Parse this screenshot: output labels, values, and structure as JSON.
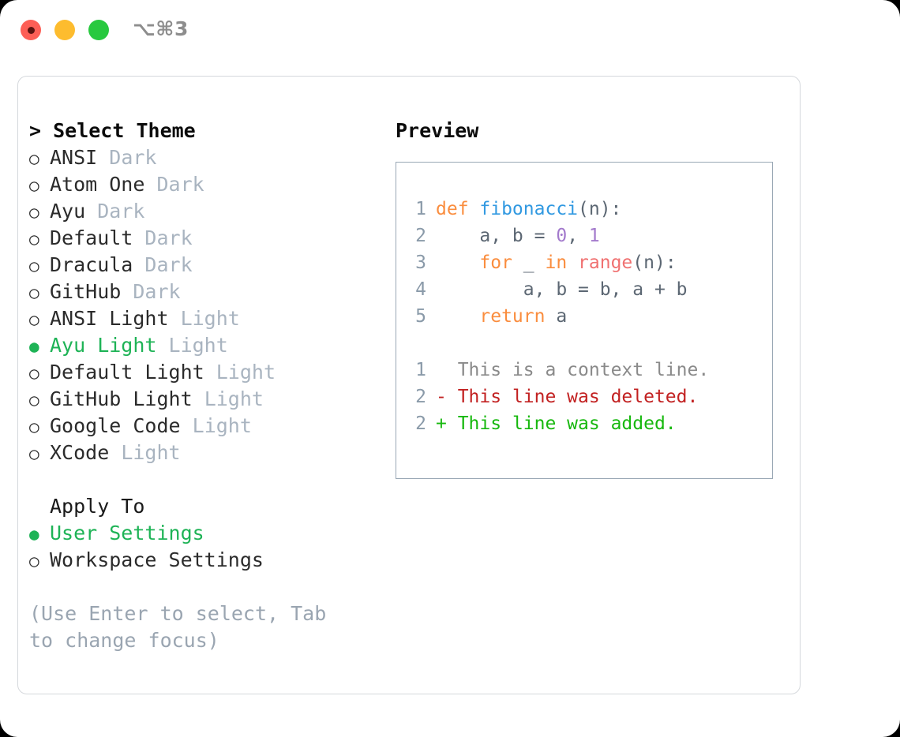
{
  "titlebar": {
    "shortcut": "⌥⌘3",
    "lights": [
      "close-red",
      "minimize-yellow",
      "zoom-green"
    ]
  },
  "theme_panel": {
    "title": "> Select Theme",
    "options": [
      {
        "marker": "○",
        "name": "ANSI",
        "mode": "Dark",
        "selected": false
      },
      {
        "marker": "○",
        "name": "Atom One",
        "mode": "Dark",
        "selected": false
      },
      {
        "marker": "○",
        "name": "Ayu",
        "mode": "Dark",
        "selected": false
      },
      {
        "marker": "○",
        "name": "Default",
        "mode": "Dark",
        "selected": false
      },
      {
        "marker": "○",
        "name": "Dracula",
        "mode": "Dark",
        "selected": false
      },
      {
        "marker": "○",
        "name": "GitHub",
        "mode": "Dark",
        "selected": false
      },
      {
        "marker": "○",
        "name": "ANSI Light",
        "mode": "Light",
        "selected": false
      },
      {
        "marker": "●",
        "name": "Ayu Light",
        "mode": "Light",
        "selected": true
      },
      {
        "marker": "○",
        "name": "Default Light",
        "mode": "Light",
        "selected": false
      },
      {
        "marker": "○",
        "name": "GitHub Light",
        "mode": "Light",
        "selected": false
      },
      {
        "marker": "○",
        "name": "Google Code",
        "mode": "Light",
        "selected": false
      },
      {
        "marker": "○",
        "name": "XCode",
        "mode": "Light",
        "selected": false
      }
    ],
    "apply_to": {
      "heading": "Apply To",
      "options": [
        {
          "marker": "●",
          "name": "User Settings",
          "selected": true
        },
        {
          "marker": "○",
          "name": "Workspace Settings",
          "selected": false
        }
      ]
    },
    "hint": "(Use Enter to select, Tab to change focus)"
  },
  "preview_panel": {
    "title": "Preview",
    "code_lines": [
      {
        "num": "1",
        "tokens": [
          {
            "t": "def ",
            "c": "kw"
          },
          {
            "t": "fibonacci",
            "c": "fn"
          },
          {
            "t": "(n):",
            "c": "pl"
          }
        ]
      },
      {
        "num": "2",
        "tokens": [
          {
            "t": "    a, b = ",
            "c": "pl"
          },
          {
            "t": "0",
            "c": "num"
          },
          {
            "t": ", ",
            "c": "pl"
          },
          {
            "t": "1",
            "c": "num"
          }
        ]
      },
      {
        "num": "3",
        "tokens": [
          {
            "t": "    ",
            "c": "pl"
          },
          {
            "t": "for",
            "c": "kw"
          },
          {
            "t": " _ ",
            "c": "pl"
          },
          {
            "t": "in",
            "c": "kw"
          },
          {
            "t": " ",
            "c": "pl"
          },
          {
            "t": "range",
            "c": "bi"
          },
          {
            "t": "(n):",
            "c": "pl"
          }
        ]
      },
      {
        "num": "4",
        "tokens": [
          {
            "t": "        a, b = b, a + b",
            "c": "pl"
          }
        ]
      },
      {
        "num": "5",
        "tokens": [
          {
            "t": "    ",
            "c": "pl"
          },
          {
            "t": "return",
            "c": "kw"
          },
          {
            "t": " a",
            "c": "pl"
          }
        ]
      }
    ],
    "diff_lines": [
      {
        "num": "1",
        "prefix": "  ",
        "text": "This is a context line.",
        "c": "ctx"
      },
      {
        "num": "2",
        "prefix": "- ",
        "text": "This line was deleted.",
        "c": "del"
      },
      {
        "num": "2",
        "prefix": "+ ",
        "text": "This line was added.",
        "c": "add"
      }
    ]
  },
  "colors": {
    "selected_green": "#1eb356",
    "muted": "#a9b4c0",
    "hint": "#9aa5b1",
    "line_number": "#8a9aa9",
    "keyword": "#fa8d3e",
    "function": "#3199e1",
    "number": "#a37acc",
    "builtin": "#f07171",
    "diff_delete": "#c22121",
    "diff_add": "#17b80e",
    "preview_border": "#9aa8b5"
  }
}
